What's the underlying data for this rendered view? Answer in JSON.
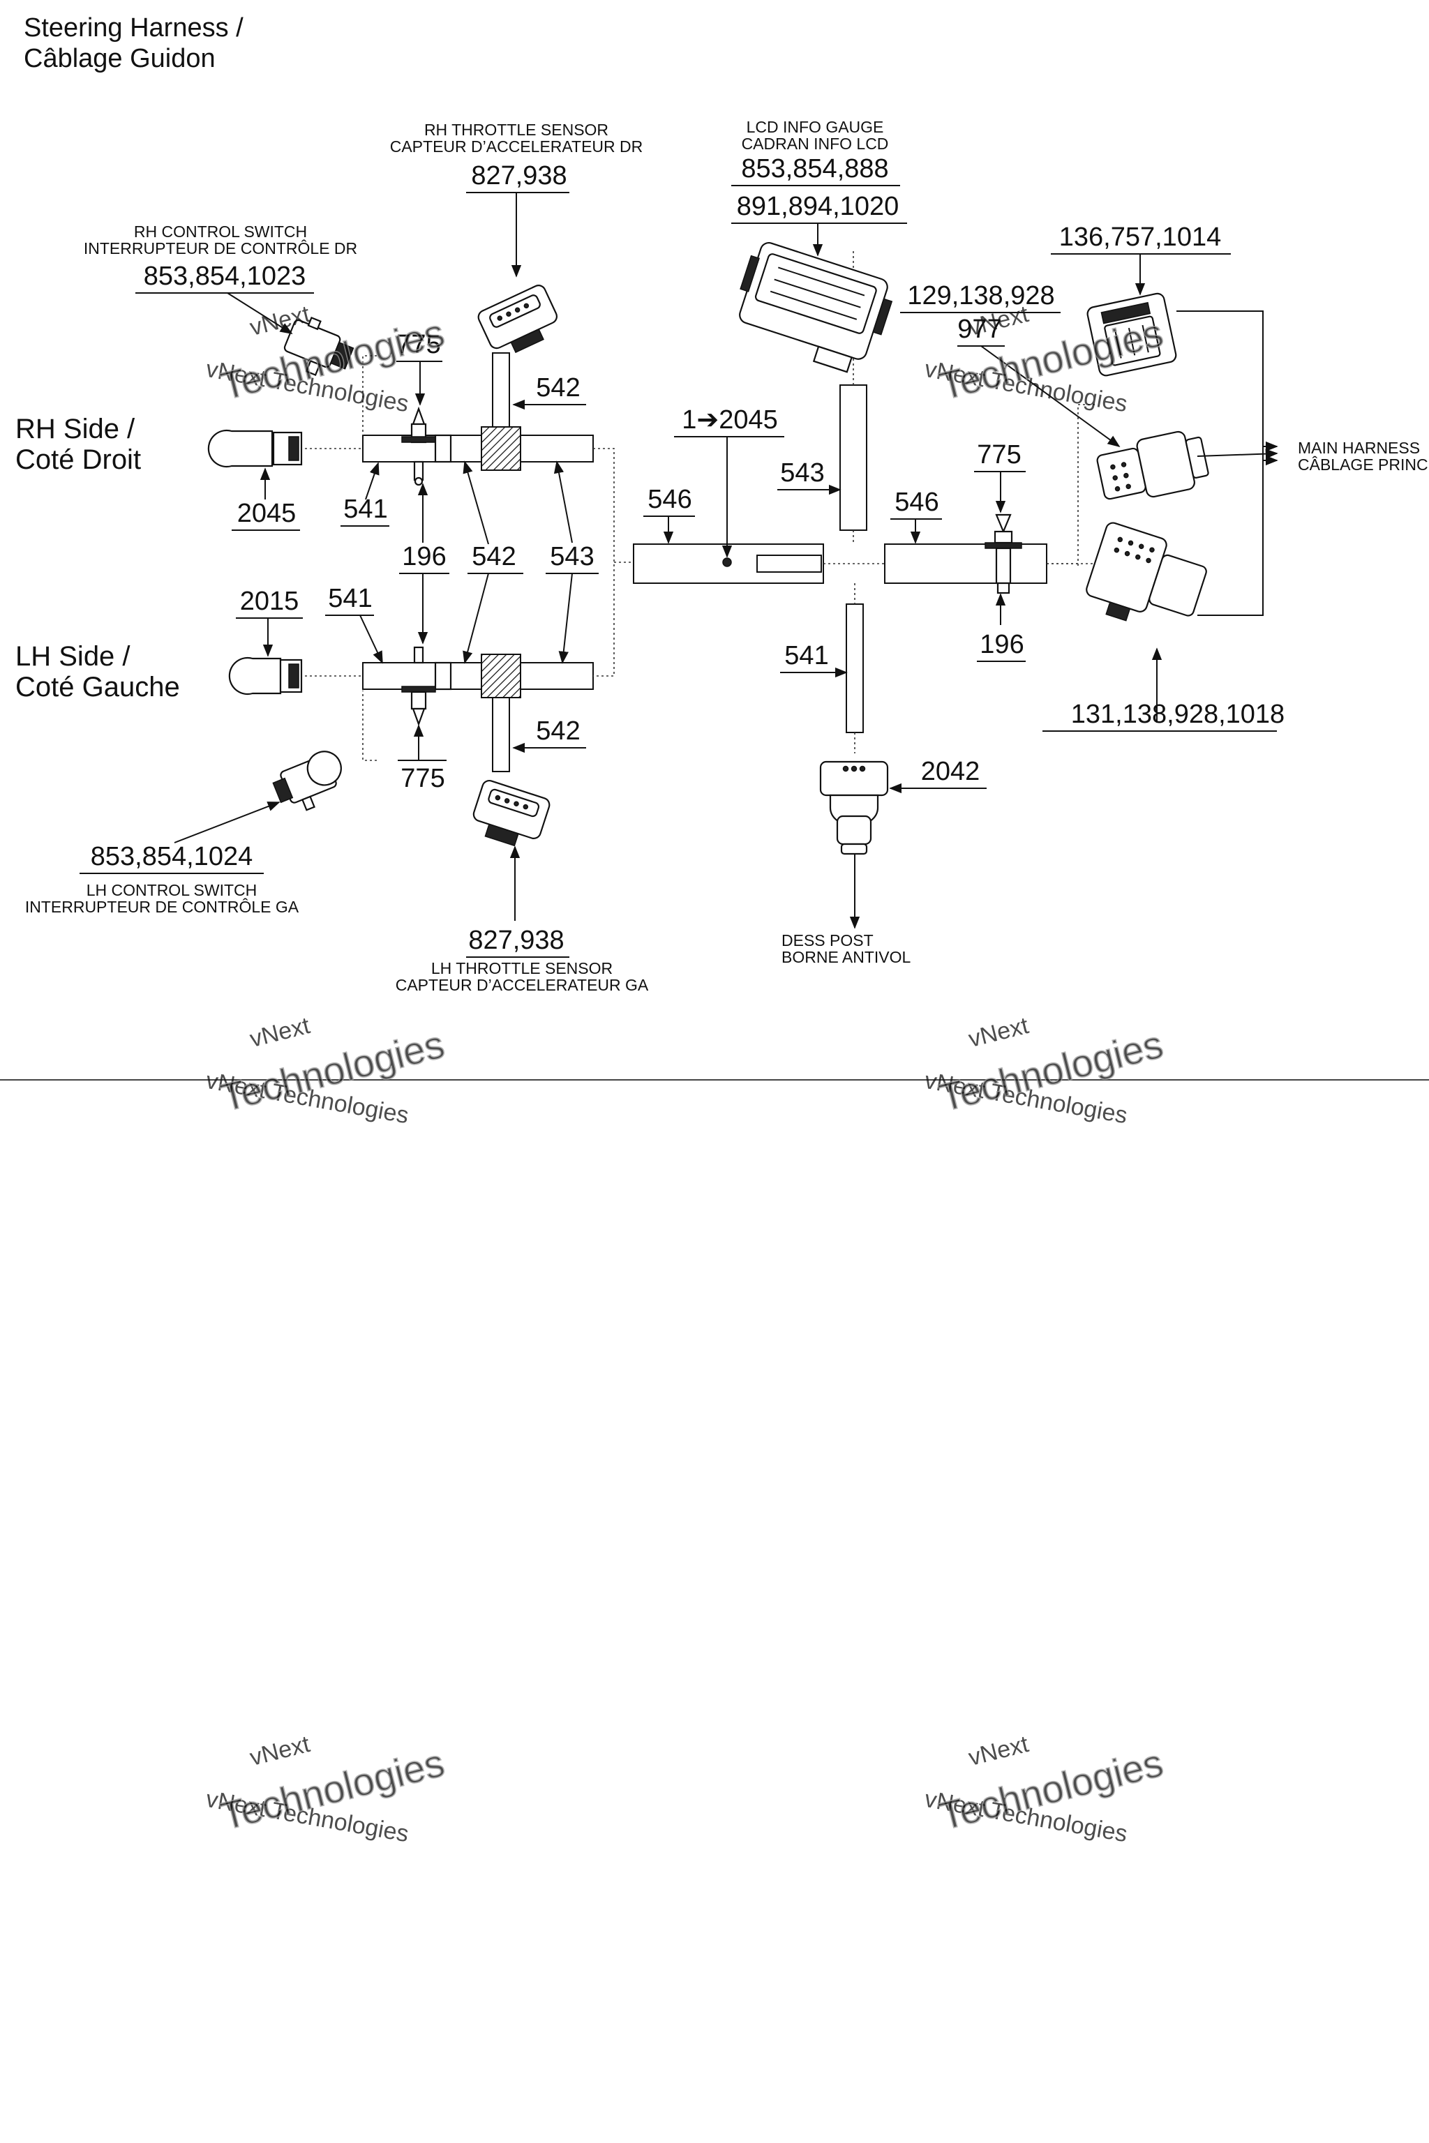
{
  "title": {
    "line1": "Steering Harness /",
    "line2": "Câblage Guidon"
  },
  "sides": {
    "rh": {
      "line1": "RH Side /",
      "line2": "Coté Droit"
    },
    "lh": {
      "line1": "LH Side /",
      "line2": "Coté Gauche"
    }
  },
  "components": {
    "rh_throttle": {
      "en": "RH THROTTLE SENSOR",
      "fr": "CAPTEUR D’ACCELERATEUR DR",
      "parts": "827,938"
    },
    "lh_throttle": {
      "en": "LH THROTTLE SENSOR",
      "fr": "CAPTEUR D’ACCELERATEUR GA",
      "parts": "827,938"
    },
    "rh_control": {
      "en": "RH CONTROL SWITCH",
      "fr": "INTERRUPTEUR DE CONTRÔLE DR",
      "parts": "853,854,1023"
    },
    "lh_control": {
      "en": "LH CONTROL SWITCH",
      "fr": "INTERRUPTEUR DE CONTRÔLE GA",
      "parts": "853,854,1024"
    },
    "lcd_gauge": {
      "en": "LCD INFO GAUGE",
      "fr": "CADRAN INFO LCD",
      "parts1": "853,854,888",
      "parts2": "891,894,1020"
    },
    "main_harness": {
      "en": "MAIN HARNESS",
      "fr": "CÂBLAGE PRINC"
    },
    "dess_post": {
      "en": "DESS POST",
      "fr": "BORNE ANTIVOL"
    },
    "connector_a": {
      "parts": "136,757,1014"
    },
    "connector_b": {
      "parts": "129,138,928"
    },
    "connector_c": {
      "parts": "131,138,928,1018"
    }
  },
  "callouts": {
    "c542_top": "542",
    "c775_top": "775",
    "c2045_rh": "2045",
    "c541_rh": "541",
    "c196_mid": "196",
    "c542_mid": "542",
    "c543_mid": "543",
    "c2015": "2015",
    "c541_lh": "541",
    "c775_bot": "775",
    "c542_bot": "542",
    "c1_2045": "1➔2045",
    "c543_center": "543",
    "c546_left": "546",
    "c541_center": "541",
    "c2042": "2042",
    "c546_right": "546",
    "c775_right": "775",
    "c196_right": "196",
    "c977": "977"
  },
  "watermarks": [
    {
      "line1": "vNext",
      "line2": "vNext Technologies",
      "line3": "Technologies"
    },
    {
      "line1": "vNext",
      "line2": "vNext Technologies",
      "line3": "Technologies"
    },
    {
      "line1": "vNext",
      "line2": "vNext Technologies",
      "line3": "Technologies"
    },
    {
      "line1": "vNext",
      "line2": "vNext Technologies",
      "line3": "Technologies"
    },
    {
      "line1": "vNext",
      "line2": "vNext Technologies",
      "line3": "Technologies"
    },
    {
      "line1": "vNext",
      "line2": "vNext Technologies",
      "line3": "Technologies"
    }
  ]
}
